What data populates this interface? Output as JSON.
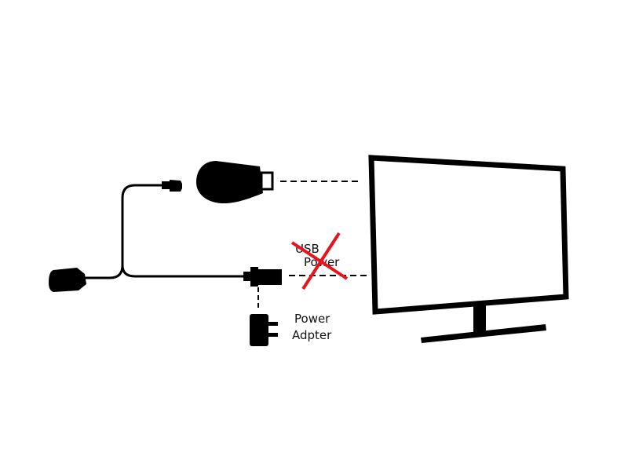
{
  "labels": {
    "usb_power_line1": "USB",
    "usb_power_line2": "Power",
    "power_adapter_line1": "Power",
    "power_adapter_line2": "Adpter"
  },
  "colors": {
    "ink": "#000000",
    "cross": "#e8141c",
    "background": "#ffffff"
  },
  "icons": {
    "dongle": "hdmi-dongle-icon",
    "monitor": "monitor-icon",
    "adapter": "power-adapter-icon",
    "cross": "cross-out-icon"
  }
}
